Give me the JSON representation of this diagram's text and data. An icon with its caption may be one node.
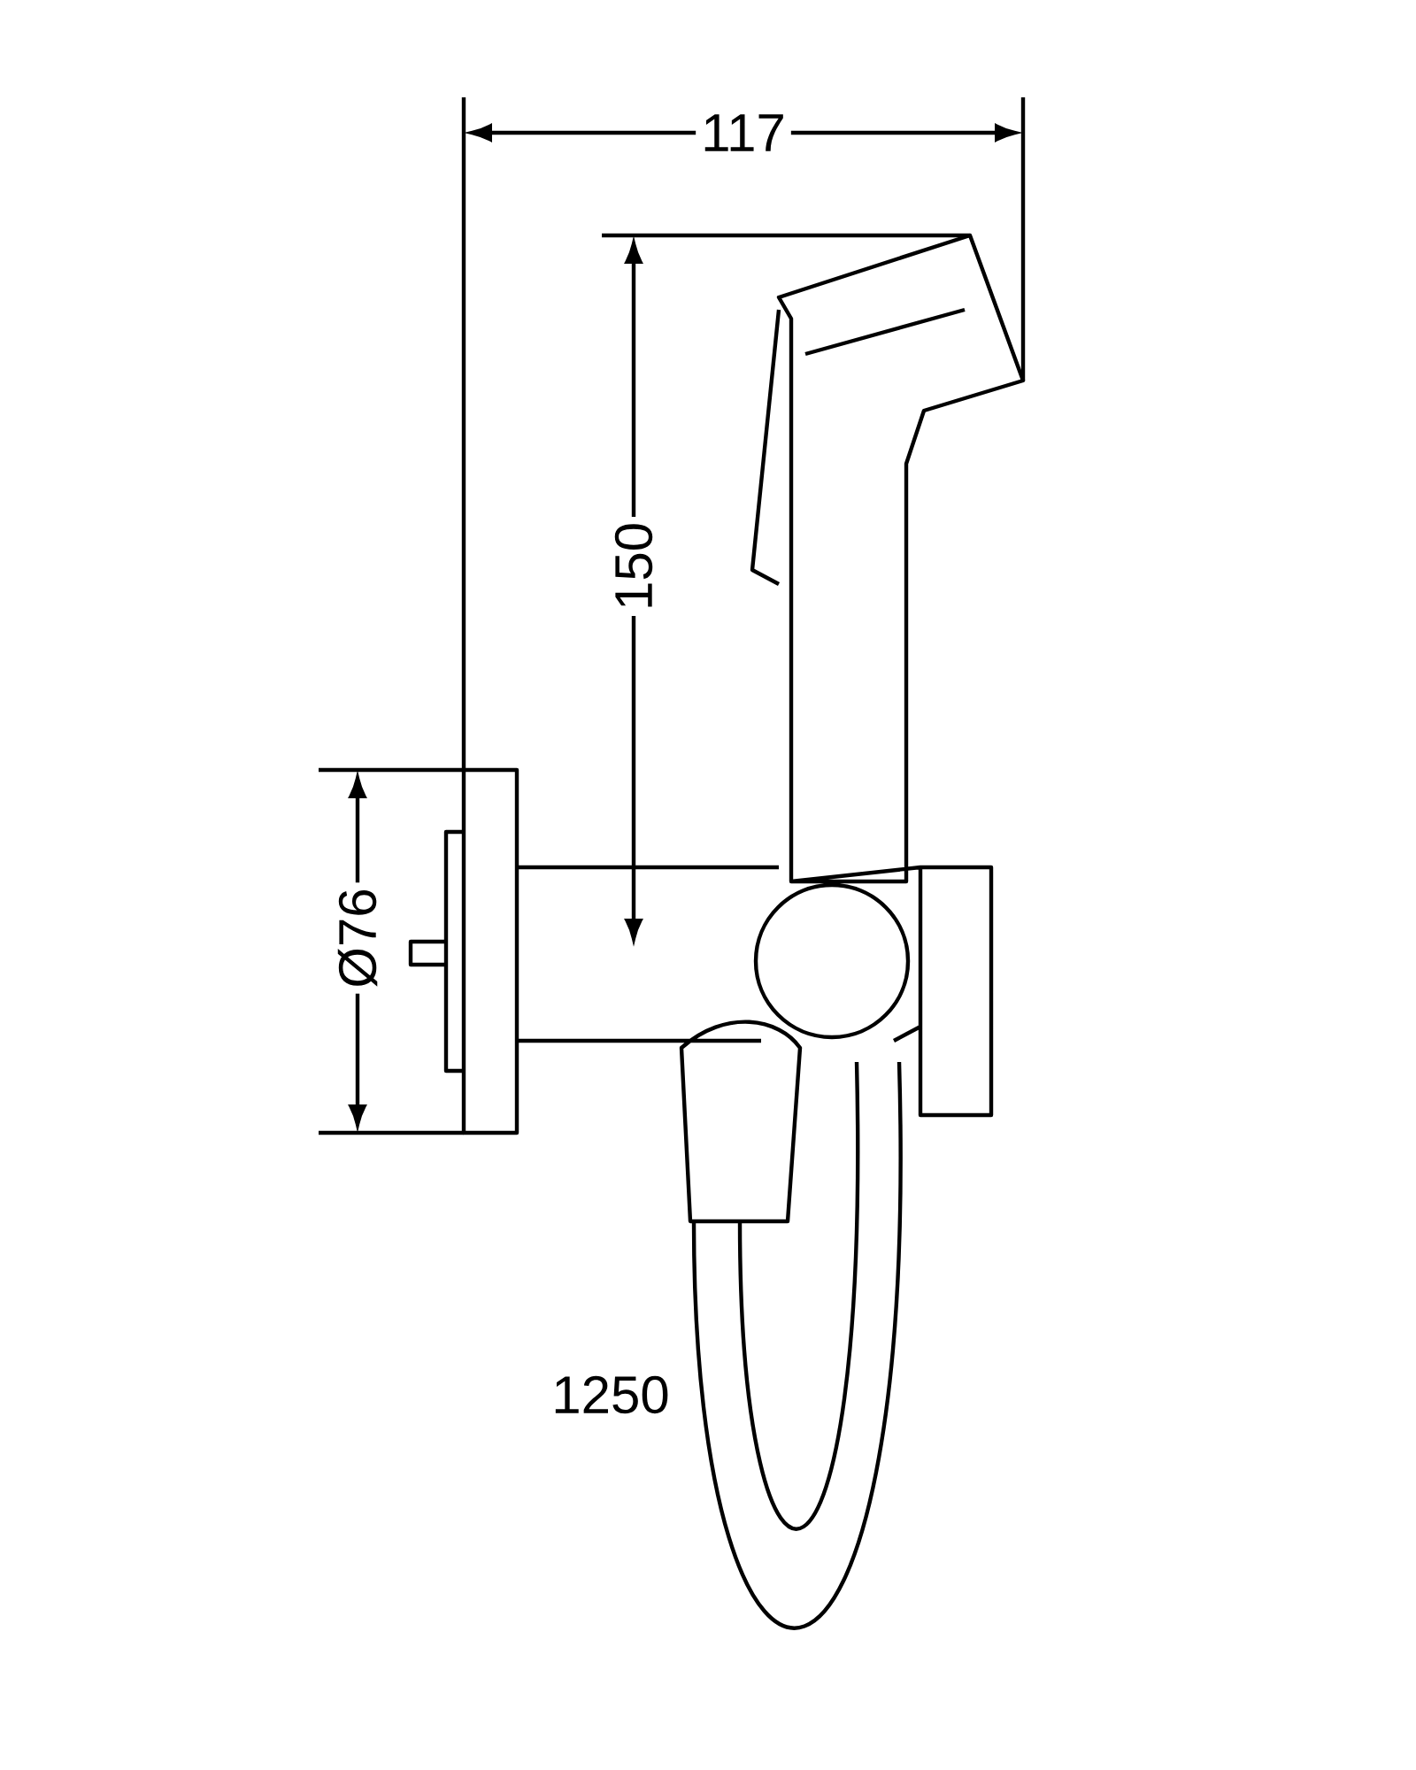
{
  "diagram": {
    "labels": [
      "117",
      "150",
      "Ø76",
      "1250"
    ]
  }
}
